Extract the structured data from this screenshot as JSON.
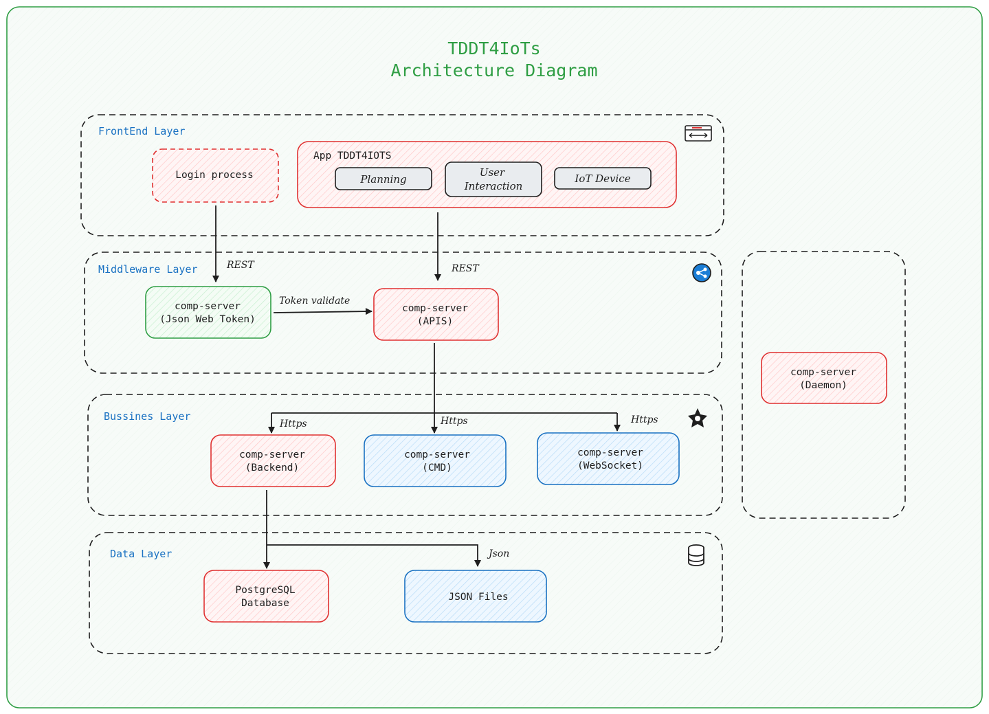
{
  "title": {
    "line1": "TDDT4IoTs",
    "line2": "Architecture Diagram"
  },
  "layers": {
    "frontend": "FrontEnd Layer",
    "middleware": "Middleware Layer",
    "business": "Bussines Layer",
    "data": "Data Layer"
  },
  "nodes": {
    "login": "Login process",
    "app": "App TDDT4IOTS",
    "planning": "Planning",
    "user_interaction": [
      "User",
      "Interaction"
    ],
    "iot_device": "IoT Device",
    "jwt": [
      "comp-server",
      "(Json Web Token)"
    ],
    "apis": [
      "comp-server",
      "(APIS)"
    ],
    "daemon": [
      "comp-server",
      "(Daemon)"
    ],
    "backend": [
      "comp-server",
      "(Backend)"
    ],
    "cmd": [
      "comp-server",
      "(CMD)"
    ],
    "websocket": [
      "comp-server",
      "(WebSocket)"
    ],
    "postgres": [
      "PostgreSQL",
      "Database"
    ],
    "json_files": "JSON Files"
  },
  "edges": {
    "rest_login": "REST",
    "rest_app": "REST",
    "token_validate": "Token validate",
    "https_backend": "Https",
    "https_cmd": "Https",
    "https_websocket": "Https",
    "json": "Json"
  },
  "icons": [
    "browser-window-icon",
    "middleware-hub-icon",
    "business-gear-icon",
    "database-icon"
  ],
  "colors": {
    "title": "#2f9e44",
    "frame": "#2f9e44",
    "frame_fill": "#f6fbf7",
    "layer_label": "#1971c2",
    "red_stroke": "#e03131",
    "red_fill": "#ffe3e3",
    "green_stroke": "#2f9e44",
    "green_fill": "#ebfbee",
    "blue_stroke": "#1971c2",
    "blue_fill": "#d0ebff",
    "gray_fill": "#e9ecef"
  }
}
